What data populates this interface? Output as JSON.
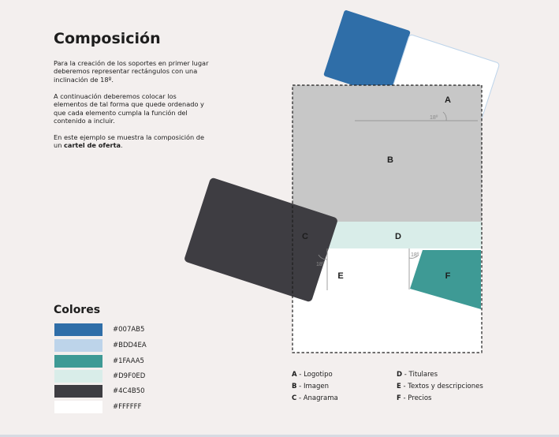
{
  "title": "Composición",
  "intro": {
    "p1": "Para la creación de los soportes en primer lugar deberemos representar rectángulos con una inclinación de 18º.",
    "p2": "A continuación deberemos colocar los elementos de tal forma que quede ordenado y que cada elemento cumpla la función del contenido a incluir.",
    "p3_start": "En este ejemplo se muestra la composición de un ",
    "p3_bold": "cartel de oferta",
    "p3_end": "."
  },
  "colors": {
    "title": "Colores",
    "items": [
      {
        "hex": "#007AB5",
        "fill": "#2f6ea8"
      },
      {
        "hex": "#BDD4EA",
        "fill": "#bdd4ea"
      },
      {
        "hex": "#1FAAA5",
        "fill": "#3e9a95"
      },
      {
        "hex": "#D9F0ED",
        "fill": "#d9ede9"
      },
      {
        "hex": "#4C4B50",
        "fill": "#3e3d42"
      },
      {
        "hex": "#FFFFFF",
        "fill": "#ffffff"
      }
    ]
  },
  "diagram": {
    "labels": {
      "a": "A",
      "b": "B",
      "c": "C",
      "d": "D",
      "e": "E",
      "f": "F"
    },
    "angle_label": "18º"
  },
  "legend": [
    {
      "letter": "A",
      "text": " - Logotipo"
    },
    {
      "letter": "B",
      "text": " - Imagen"
    },
    {
      "letter": "C",
      "text": " - Anagrama"
    },
    {
      "letter": "D",
      "text": " - Titulares"
    },
    {
      "letter": "E",
      "text": " - Textos y descripciones"
    },
    {
      "letter": "F",
      "text": " - Precios"
    }
  ]
}
